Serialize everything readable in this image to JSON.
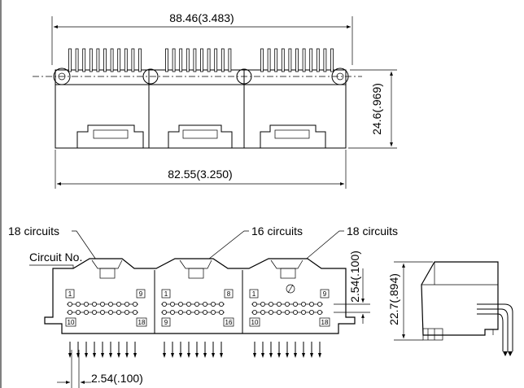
{
  "top_view": {
    "overall_width_dim": "88.46(3.483)",
    "inner_width_dim": "82.55(3.250)",
    "height_dim": "24.6(.969)"
  },
  "front_view": {
    "left_label": "18 circuits",
    "middle_label": "16 circuits",
    "right_label": "18 circuits",
    "circuit_no_label": "Circuit No.",
    "row_pitch_dim": "2.54(.100)",
    "pin_pitch_dim": "2.54(.100)",
    "blocks": [
      {
        "first_top": "1",
        "last_top": "9",
        "first_bottom": "10",
        "last_bottom": "18"
      },
      {
        "first_top": "1",
        "last_top": "8",
        "first_bottom": "9",
        "last_bottom": "16"
      },
      {
        "first_top": "1",
        "last_top": "9",
        "first_bottom": "10",
        "last_bottom": "18"
      }
    ]
  },
  "side_view": {
    "height_dim": "22.7(.894)"
  }
}
